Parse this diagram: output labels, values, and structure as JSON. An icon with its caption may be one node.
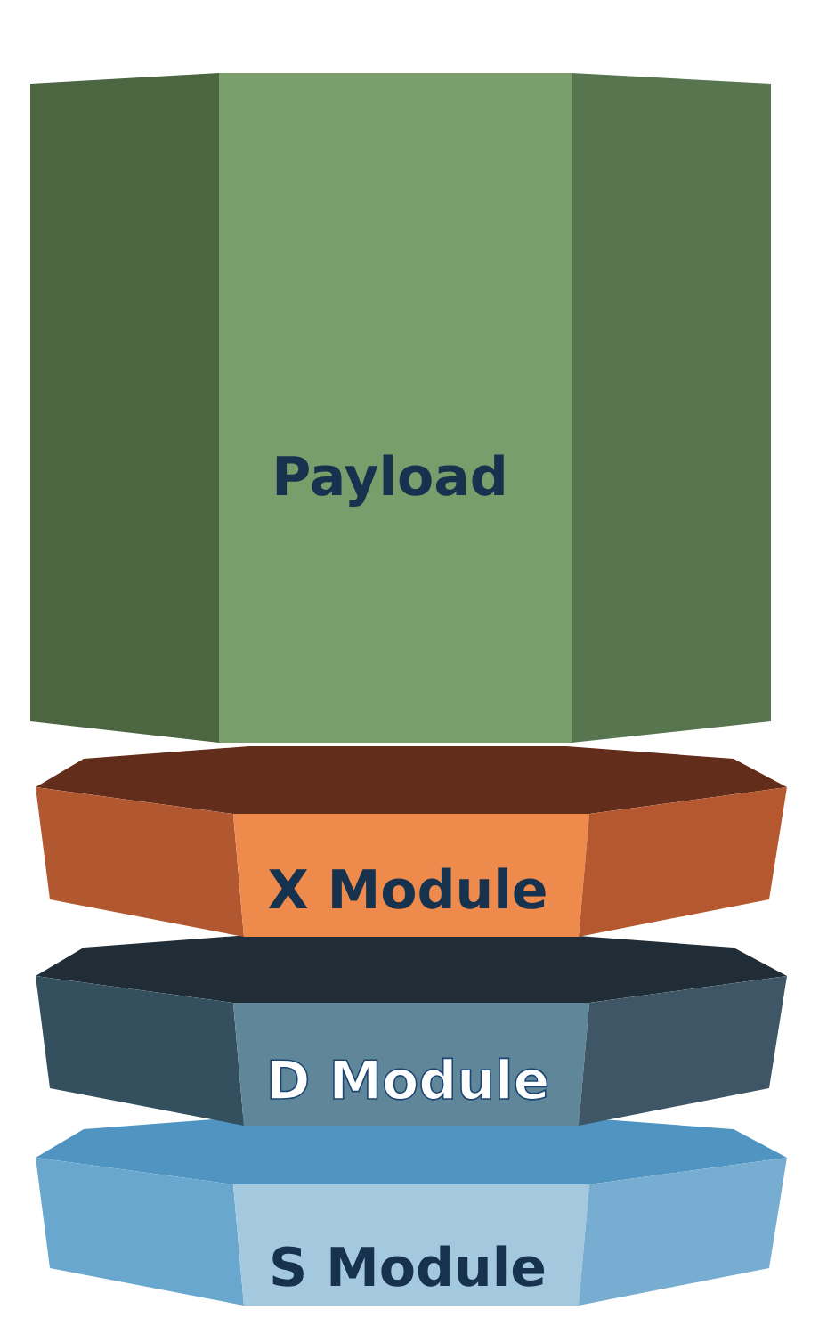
{
  "diagram": {
    "nodes": [
      {
        "text": [
          "Payload"
        ]
      },
      {
        "text": [
          "X Module"
        ]
      },
      {
        "text": [
          "D Module"
        ]
      },
      {
        "text": [
          "S Module"
        ]
      }
    ]
  }
}
